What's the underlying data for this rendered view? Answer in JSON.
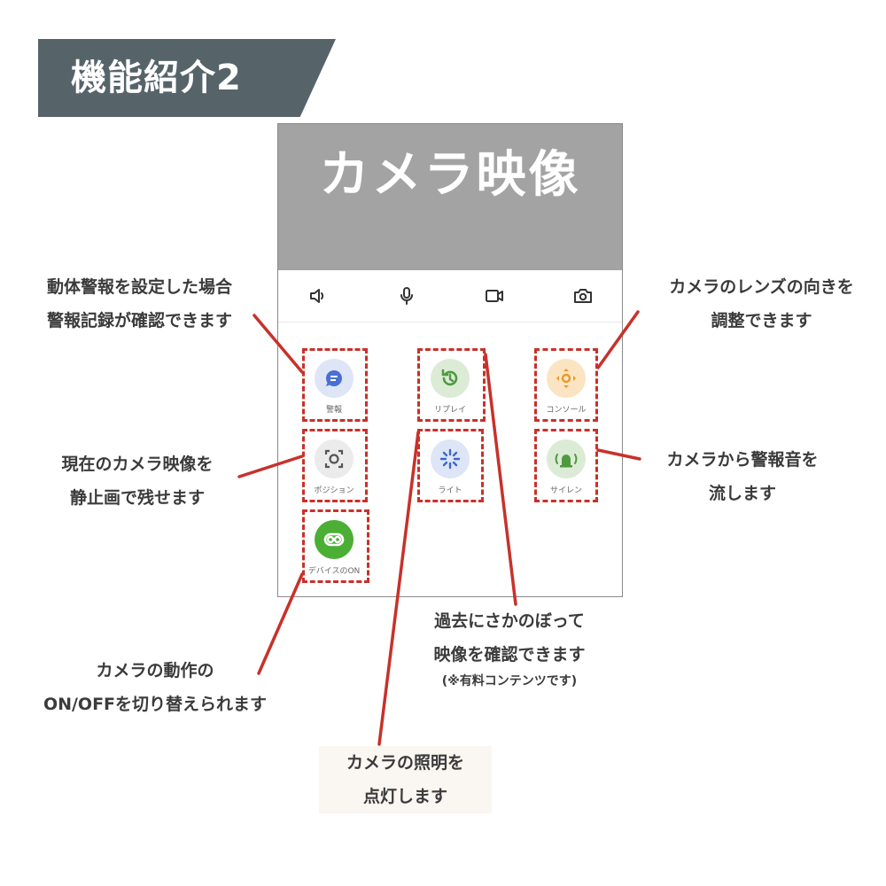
{
  "title": "機能紹介2",
  "camera_view": {
    "label": "カメラ映像"
  },
  "controls": [
    {
      "icon": "speaker-icon"
    },
    {
      "icon": "microphone-icon"
    },
    {
      "icon": "video-record-icon"
    },
    {
      "icon": "camera-snapshot-icon"
    }
  ],
  "features": {
    "alert": {
      "label": "警報",
      "icon": "alert-chat-icon",
      "color": "#dde5f6",
      "icon_color": "#4a6fd4"
    },
    "replay": {
      "label": "リプレイ",
      "icon": "replay-icon",
      "color": "#dcebd6",
      "icon_color": "#4f9a3f"
    },
    "console": {
      "label": "コンソール",
      "icon": "direction-pad-icon",
      "color": "#fbe4c2",
      "icon_color": "#e89a2a"
    },
    "position": {
      "label": "ポジション",
      "icon": "focus-frame-icon",
      "color": "#ebebeb",
      "icon_color": "#555555"
    },
    "light": {
      "label": "ライト",
      "icon": "light-icon",
      "color": "#dde5f6",
      "icon_color": "#3d68c9"
    },
    "siren": {
      "label": "サイレン",
      "icon": "siren-icon",
      "color": "#dcebd6",
      "icon_color": "#4f9a3f"
    },
    "device_on": {
      "label": "デバイスのON",
      "icon": "toggle-icon",
      "color": "#4caf35",
      "icon_color": "#ffffff"
    }
  },
  "annotations": {
    "alert": [
      "動体警報を設定した場合",
      "警報記録が確認できます"
    ],
    "console": [
      "カメラのレンズの向きを",
      "調整できます"
    ],
    "position": [
      "現在のカメラ映像を",
      "静止画で残せます"
    ],
    "siren": [
      "カメラから警報音を",
      "流します"
    ],
    "replay": [
      "過去にさかのぼって",
      "映像を確認できます"
    ],
    "replay_note": "(※有料コンテンツです)",
    "device_on": [
      "カメラの動作の",
      "ON/OFFを切り替えられます"
    ],
    "light": [
      "カメラの照明を",
      "点灯します"
    ]
  },
  "colors": {
    "banner": "#56646a",
    "accent_red": "#c8312a",
    "camera_gray": "#a3a3a3"
  }
}
